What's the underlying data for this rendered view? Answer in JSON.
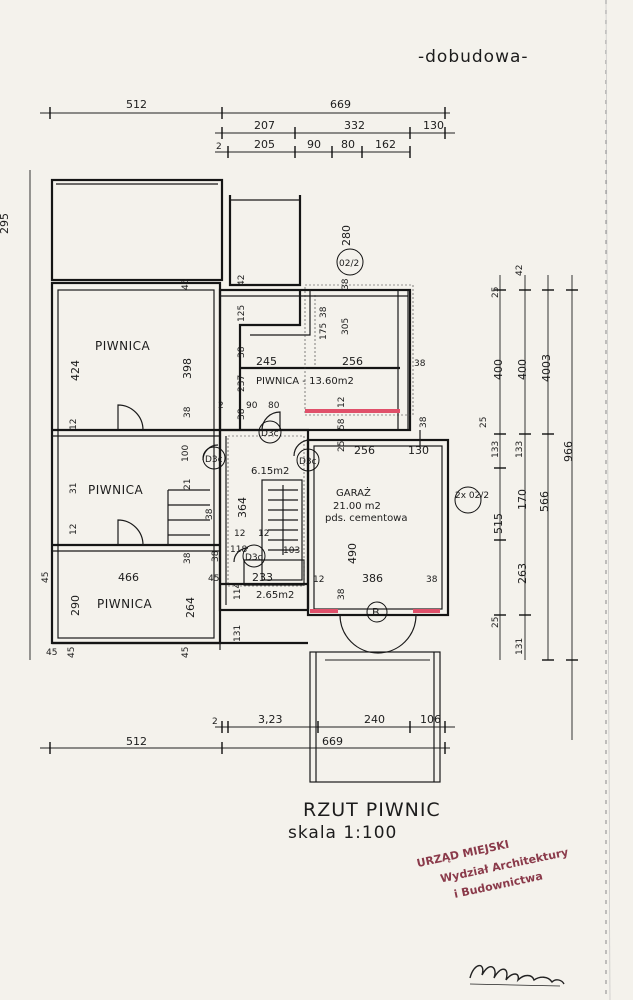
{
  "header": {
    "extension_label": "-dobudowa-"
  },
  "title": {
    "main": "RZUT PIWNIC",
    "scale": "skala 1:100"
  },
  "rooms": {
    "piwnica_1": "PIWNICA",
    "piwnica_2": "PIWNICA",
    "piwnica_3": "PIWNICA",
    "piwnica_4": "PIWNICA - 13.60m2",
    "garaz_name": "GARAŻ",
    "garaz_area": "21.00 m2",
    "garaz_floor": "pds. cementowa",
    "hall_area": "6.15m2",
    "small_room_area": "2.65m2"
  },
  "doors": {
    "d1": "D3c",
    "d2": "D3c",
    "d3": "D3c",
    "d4": "D3c",
    "gate": "B",
    "window_right": "2x 02/2",
    "window_top": "02/2"
  },
  "dims": {
    "top_512": "512",
    "top_669": "669",
    "top_207": "207",
    "top_332": "332",
    "top_130": "130",
    "top_2": "2",
    "top_205": "205",
    "top_90": "90",
    "top_80": "80",
    "top_162": "162",
    "bot_2": "2",
    "bot_323": "3,23",
    "bot_240": "240",
    "bot_106": "106",
    "bot_512": "512",
    "bot_669": "669",
    "r_25a": "25",
    "r_42": "42",
    "r_400a": "400",
    "r_400b": "400",
    "r_4003": "4003",
    "r_966": "966",
    "r_25b": "25",
    "r_133a": "133",
    "r_133b": "133",
    "r_515": "515",
    "r_170": "170",
    "r_566": "566",
    "r_263": "263",
    "r_25c": "25",
    "r_131": "131",
    "l_295": "295",
    "l_424": "424",
    "l_12a": "12",
    "l_31": "31",
    "l_12b": "12",
    "l_45a": "45",
    "l_290": "290",
    "l_45b": "45",
    "c_398": "398",
    "c_38a": "38",
    "c_45a": "45",
    "c_42": "42",
    "c_125": "125",
    "c_38b": "38",
    "c_237": "237",
    "c_38c": "38",
    "c_2": "2",
    "c_90": "90",
    "c_80": "80",
    "c_245": "245",
    "c_256a": "256",
    "c_38d": "38",
    "c_280": "280",
    "c_38e": "38",
    "c_175": "175",
    "c_305": "305",
    "c_38f": "38",
    "c_12": "12",
    "c_58": "58",
    "c_38g": "38",
    "c_25": "25",
    "c_256b": "256",
    "c_130": "130",
    "c_100": "100",
    "c_21": "21",
    "c_364": "364",
    "c_38h": "38",
    "c_12b": "12",
    "c_12c": "12",
    "c_118": "118",
    "c_103": "103",
    "c_233": "233",
    "c_490": "490",
    "c_386": "386",
    "c_12d": "12",
    "c_38i": "38",
    "c_466": "466",
    "c_45b": "45",
    "c_45c": "45",
    "c_264": "264",
    "c_45d": "45",
    "c_131": "131",
    "c_38j": "38",
    "c_114": "114",
    "c_38k": "38",
    "c_38l": "38"
  },
  "stamp": {
    "line1": "URZĄD  MIEJSKI",
    "line2": "Wydział Architektury",
    "line3": "i Budownictwa"
  },
  "signature": "Siłcmy."
}
